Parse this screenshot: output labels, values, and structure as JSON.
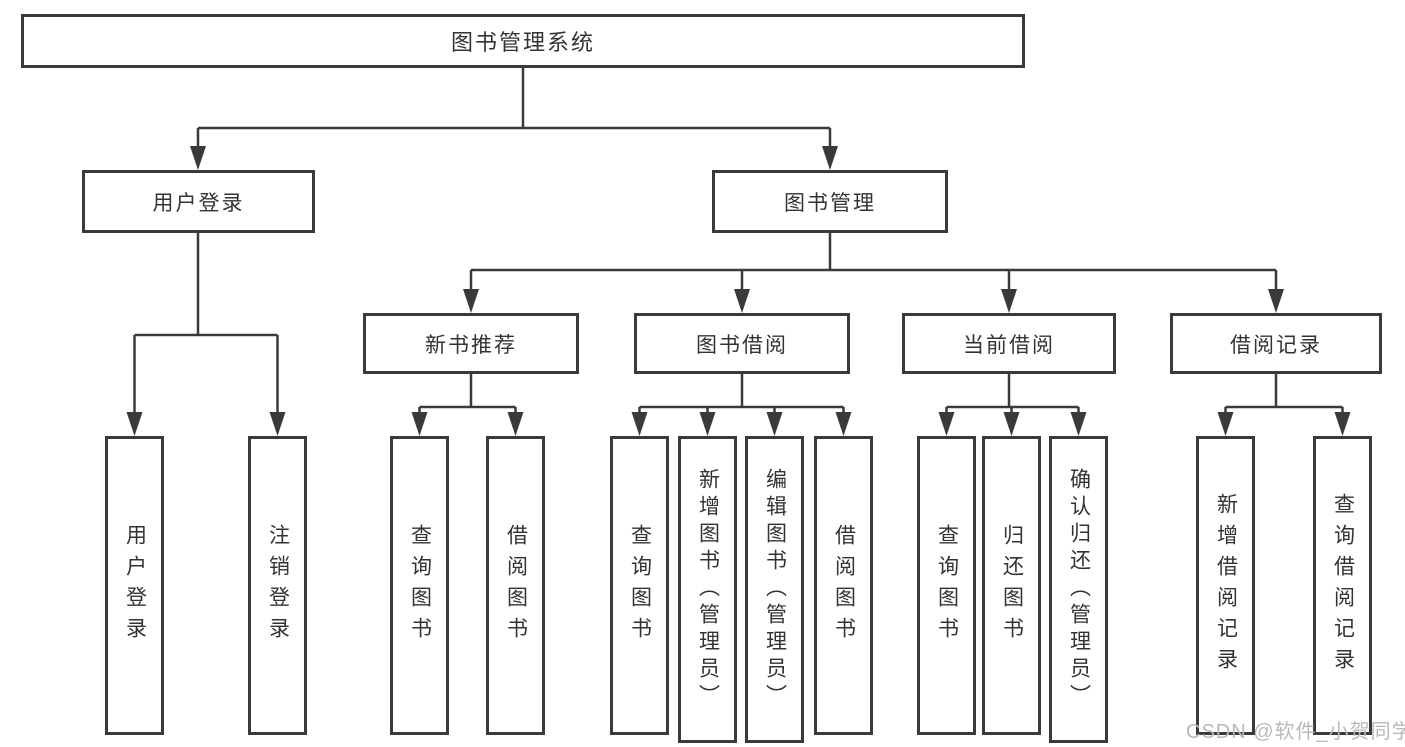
{
  "diagram": {
    "title": "图书管理系统",
    "root": {
      "label": "图书管理系统"
    },
    "level2": [
      {
        "label": "用户登录"
      },
      {
        "label": "图书管理"
      }
    ],
    "level3": [
      {
        "label": "新书推荐"
      },
      {
        "label": "图书借阅"
      },
      {
        "label": "当前借阅"
      },
      {
        "label": "借阅记录"
      }
    ],
    "leaves": {
      "user_login": [
        "用户登录",
        "注销登录"
      ],
      "new_book": [
        "查询图书",
        "借阅图书"
      ],
      "book_borrow": [
        "查询图书",
        "新增图书（管理员）",
        "编辑图书（管理员）",
        "借阅图书"
      ],
      "current_borrow": [
        "查询图书",
        "归还图书",
        "确认归还（管理员）"
      ],
      "borrow_records": [
        "新增借阅记录",
        "查询借阅记录"
      ]
    },
    "line_color": "#3a3a3a",
    "text_color": "#333333",
    "background_color": "#ffffff"
  },
  "watermark": {
    "text": "CSDN @软件_小贺同学",
    "color": "#b9b9b9"
  }
}
